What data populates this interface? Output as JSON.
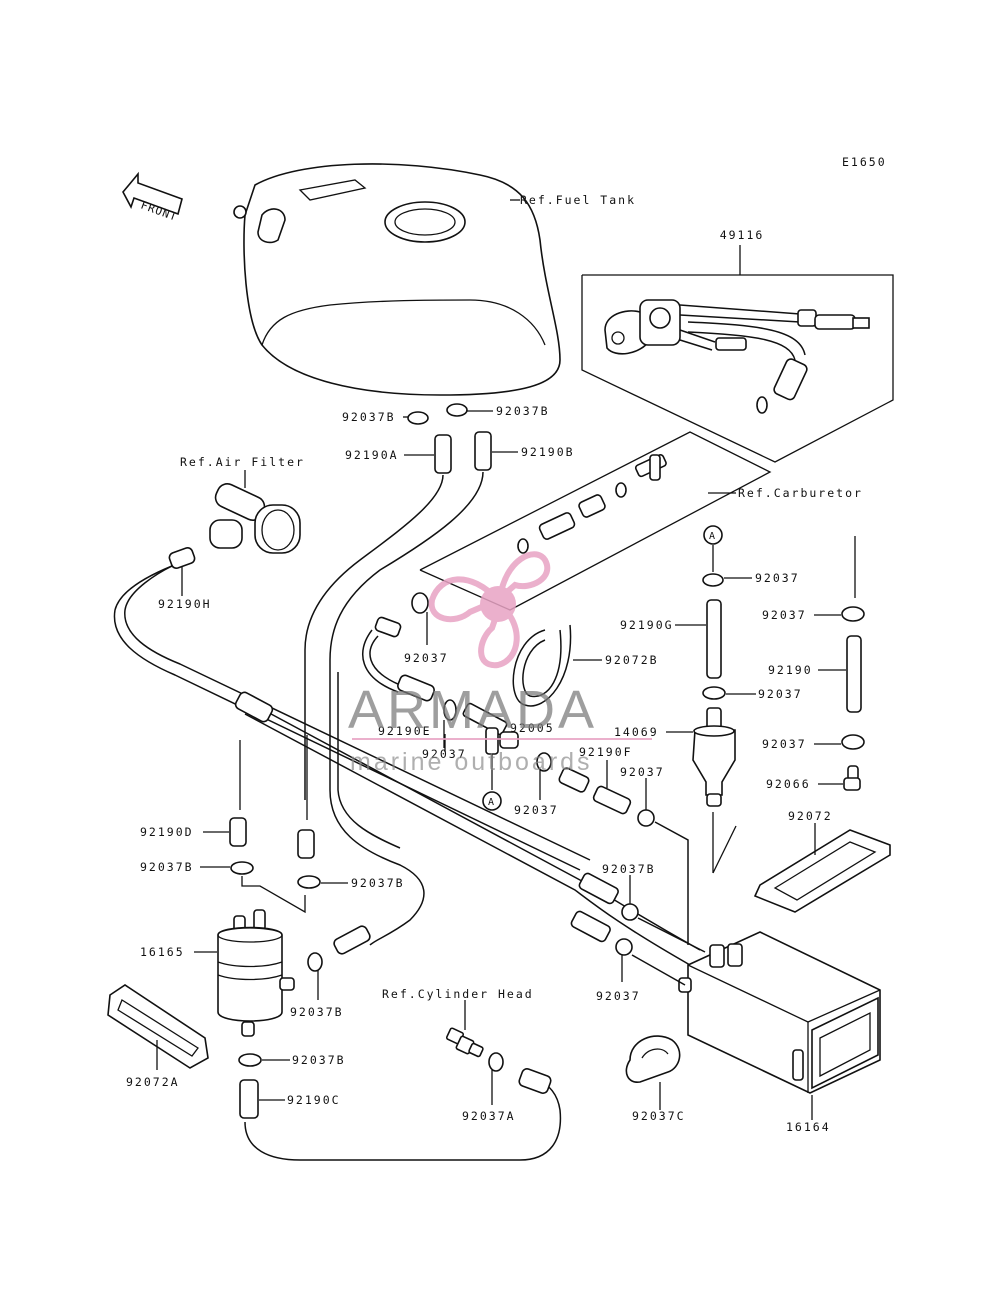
{
  "diagram_code": "E1650",
  "front_arrow_label": "FRONT",
  "reference_labels": {
    "fuel_tank": "Ref.Fuel Tank",
    "air_filter": "Ref.Air Filter",
    "carburetor": "Ref.Carburetor",
    "cylinder_head": "Ref.Cylinder Head"
  },
  "part_labels": {
    "p49116": "49116",
    "p92037B_tl": "92037B",
    "p92037B_tr": "92037B",
    "p92190A": "92190A",
    "p92190B": "92190B",
    "p92190H": "92190H",
    "p92037_ml": "92037",
    "p92072B": "92072B",
    "p92190E": "92190E",
    "p92037_e": "92037",
    "p92005": "92005",
    "p92190F": "92190F",
    "p92037_f": "92037",
    "p92037_a1": "92037",
    "p92190G": "92190G",
    "p92037_g": "92037",
    "p14069": "14069",
    "p92037_r1": "92037",
    "p92190": "92190",
    "p92037_r2": "92037",
    "p92066": "92066",
    "p92072": "92072",
    "p92190D": "92190D",
    "p92037B_l": "92037B",
    "p92037B_m": "92037B",
    "p16165": "16165",
    "p92037B_lo": "92037B",
    "p92072A": "92072A",
    "p92037B_b": "92037B",
    "p92190C": "92190C",
    "p92037A": "92037A",
    "p92037B_c": "92037B",
    "p92037_c": "92037",
    "p92037C": "92037C",
    "p16164": "16164"
  },
  "connector_marker": "A",
  "watermark": {
    "brand": "ARMADA",
    "tagline": "marine outboards",
    "accent_color": "#e8a3c4"
  }
}
